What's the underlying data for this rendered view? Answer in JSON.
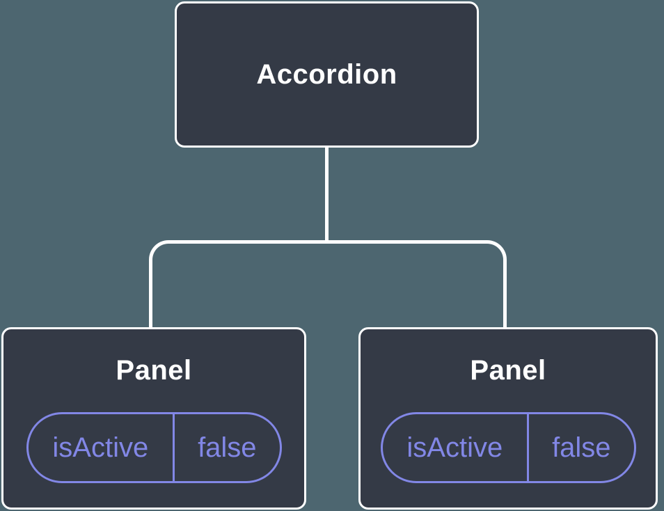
{
  "diagram": {
    "type": "component-tree",
    "root": {
      "label": "Accordion"
    },
    "children": [
      {
        "label": "Panel",
        "state": {
          "key": "isActive",
          "value": "false"
        }
      },
      {
        "label": "Panel",
        "state": {
          "key": "isActive",
          "value": "false"
        }
      }
    ]
  },
  "colors": {
    "background": "#4D6670",
    "node_fill": "#343A46",
    "node_border": "#FFFFFF",
    "node_text": "#FFFFFF",
    "connector": "#FFFFFF",
    "state_accent": "#8287E6"
  }
}
